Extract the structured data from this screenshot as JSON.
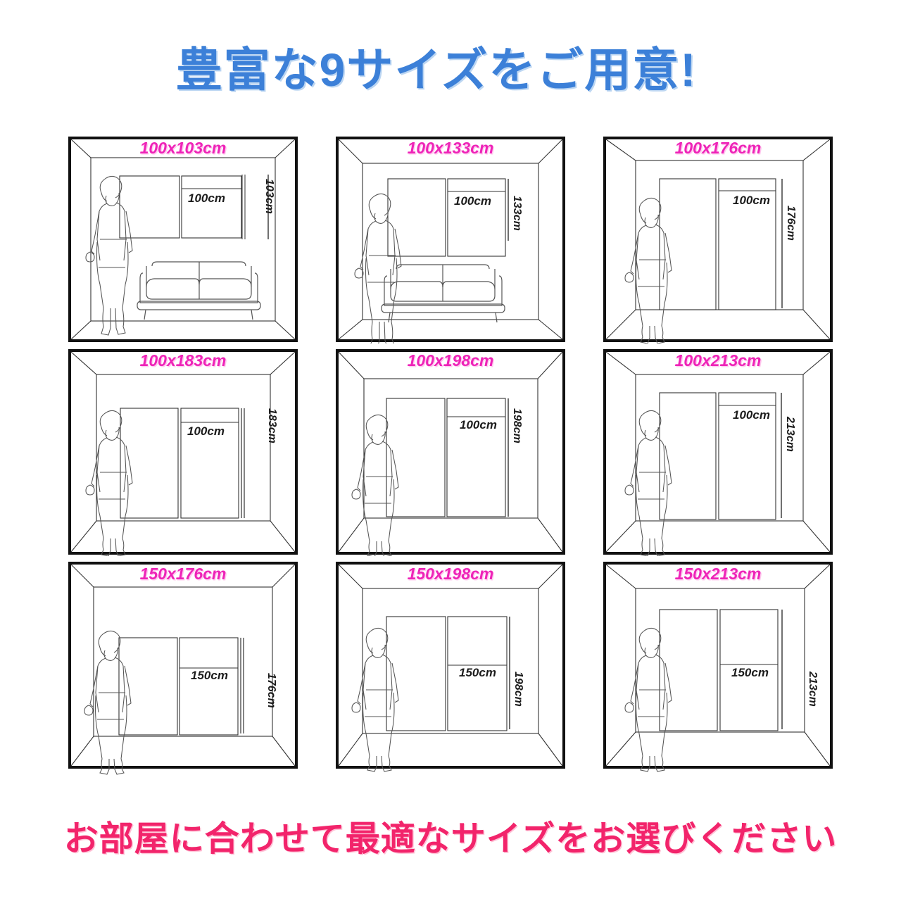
{
  "headline": "豊富な9サイズをご用意!",
  "footer": "お部屋に合わせて最適なサイズをお選びください",
  "colors": {
    "headline": "#3c80d8",
    "footer": "#f2246b",
    "size_label": "#ee24b8",
    "line": "#333333",
    "background": "#ffffff"
  },
  "icons": {
    "woman": "woman-figure-icon",
    "sofa": "sofa-icon",
    "rug": "rug-panel-icon",
    "measure": "measure-line-icon"
  },
  "grid": {
    "rows": 3,
    "cols": 3,
    "cells": [
      {
        "size": "100x103cm",
        "width_label": "100cm",
        "height_label": "103cm",
        "has_sofa": true,
        "panel_aspect": "short"
      },
      {
        "size": "100x133cm",
        "width_label": "100cm",
        "height_label": "133cm",
        "has_sofa": true,
        "panel_aspect": "medium"
      },
      {
        "size": "100x176cm",
        "width_label": "100cm",
        "height_label": "176cm",
        "has_sofa": false,
        "panel_aspect": "tall"
      },
      {
        "size": "100x183cm",
        "width_label": "100cm",
        "height_label": "183cm",
        "has_sofa": false,
        "panel_aspect": "tall"
      },
      {
        "size": "100x198cm",
        "width_label": "100cm",
        "height_label": "198cm",
        "has_sofa": false,
        "panel_aspect": "tall"
      },
      {
        "size": "100x213cm",
        "width_label": "100cm",
        "height_label": "213cm",
        "has_sofa": false,
        "panel_aspect": "taller"
      },
      {
        "size": "150x176cm",
        "width_label": "150cm",
        "height_label": "176cm",
        "has_sofa": false,
        "panel_aspect": "wide"
      },
      {
        "size": "150x198cm",
        "width_label": "150cm",
        "height_label": "198cm",
        "has_sofa": false,
        "panel_aspect": "wide-tall"
      },
      {
        "size": "150x213cm",
        "width_label": "150cm",
        "height_label": "213cm",
        "has_sofa": false,
        "panel_aspect": "wide-taller"
      }
    ]
  }
}
